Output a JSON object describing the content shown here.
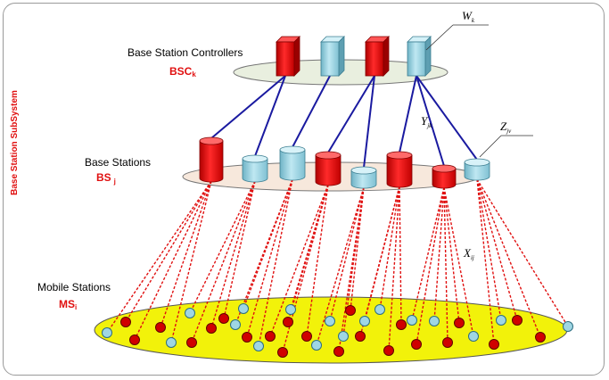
{
  "side_label": "Base Station SubSystem",
  "bsc": {
    "title": "Base Station Controllers",
    "symbol": "BSC",
    "subscript": "k"
  },
  "bs": {
    "title": "Base Stations",
    "symbol": "BS",
    "subscript": "j"
  },
  "ms": {
    "title": "Mobile Stations",
    "symbol": "MS",
    "subscript": "i"
  },
  "callouts": {
    "w": {
      "main": "W",
      "sub": "k"
    },
    "y": {
      "main": "Y",
      "sub": "jk"
    },
    "z": {
      "main": "Z",
      "sub": "jv"
    },
    "x": {
      "main": "X",
      "sub": "ij"
    }
  },
  "colors": {
    "red_node": "#ee1010",
    "blue_node": "#9fd6e4",
    "controller_link": "#1a1aa0",
    "station_link": "#e01010",
    "mobile_plane": "#f2f20a",
    "controller_plane": "#e9efdf",
    "station_plane": "#f7e8dc"
  },
  "controllers": [
    "red",
    "blue",
    "red",
    "blue"
  ],
  "stations": [
    "red",
    "blue",
    "blue",
    "red",
    "blue",
    "red",
    "red",
    "blue"
  ],
  "controller_links": [
    {
      "from": 0,
      "to": 0
    },
    {
      "from": 0,
      "to": 1
    },
    {
      "from": 1,
      "to": 2
    },
    {
      "from": 2,
      "to": 3
    },
    {
      "from": 2,
      "to": 4
    },
    {
      "from": 3,
      "to": 5
    },
    {
      "from": 3,
      "to": 6
    },
    {
      "from": 3,
      "to": 7
    }
  ]
}
